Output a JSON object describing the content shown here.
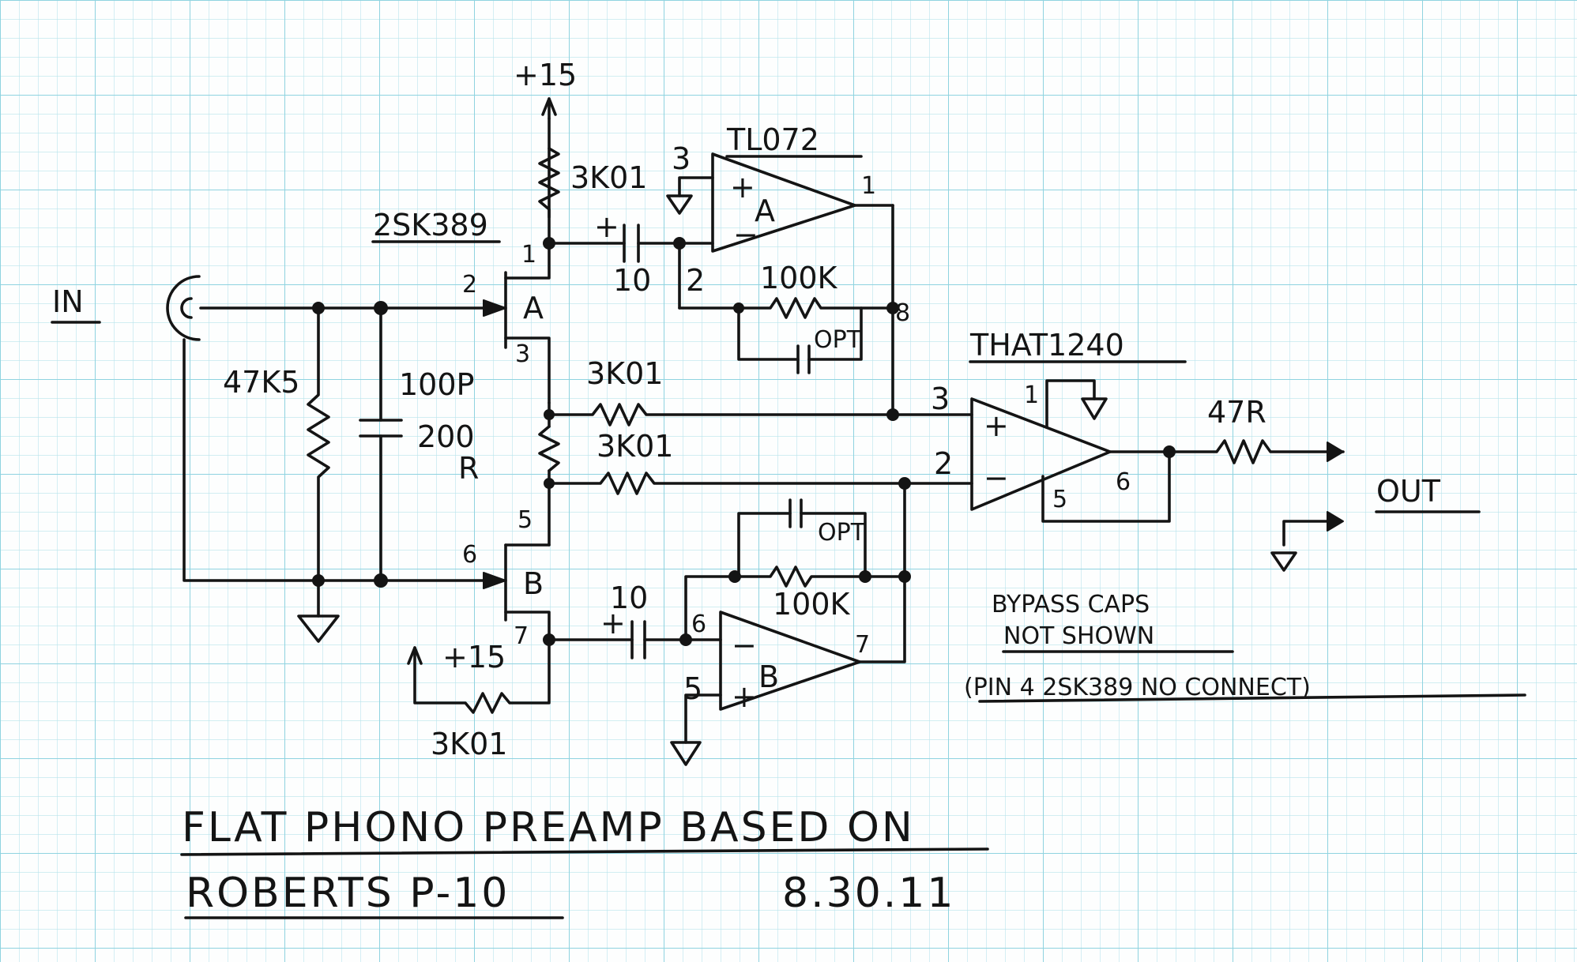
{
  "colors": {
    "paper": "#fdfefe",
    "grid_minor": "#b8e4ec",
    "grid_major": "#8fd3e0",
    "ink": "#141414"
  },
  "labels": {
    "supply_top": "+15",
    "jfet_part": "2SK389",
    "opamp_part": "TL072",
    "ina_part": "THAT1240",
    "input": "IN",
    "output": "OUT",
    "r_drain_a": "3K01",
    "r_input": "47K5",
    "c_input": "100P",
    "r_source_1": "200",
    "r_source_2": "R",
    "r_to_ina_pos": "3K01",
    "r_to_ina_neg": "3K01",
    "c_couple_a": "10",
    "r_fb_a": "100K",
    "c_fb_a_opt": "OPT",
    "c_couple_b": "10",
    "r_fb_b": "100K",
    "c_fb_b_opt": "OPT",
    "supply_b": "+15",
    "r_drain_b": "3K01",
    "r_out": "47R",
    "jfet_a": "A",
    "jfet_b": "B",
    "opamp_a": "A",
    "opamp_b": "B",
    "note_1": "BYPASS CAPS",
    "note_2": "NOT SHOWN",
    "note_3": "(PIN 4 2SK389 NO CONNECT)",
    "title_1": "FLAT PHONO PREAMP BASED ON",
    "title_2": "ROBERTS P-10",
    "date": "8.30.11"
  },
  "pins": {
    "jfet_a_drain": "1",
    "jfet_a_gate": "2",
    "jfet_a_source": "3",
    "jfet_b_source": "5",
    "jfet_b_gate": "6",
    "jfet_b_drain": "7",
    "opamp_a_pos": "3",
    "opamp_a_neg": "2",
    "opamp_a_out": "1",
    "opamp_a_fb_node": "8",
    "opamp_b_neg": "6",
    "opamp_b_pos": "5",
    "opamp_b_out": "7",
    "ina_pos": "3",
    "ina_neg": "2",
    "ina_ref": "1",
    "ina_sense": "5",
    "ina_out": "6",
    "opamp_a_pos_sym": "+",
    "opamp_a_neg_sym": "−",
    "opamp_b_neg_sym": "−",
    "opamp_b_pos_sym": "+",
    "ina_pos_sym": "+",
    "ina_neg_sym": "−",
    "cap_a_pol": "+",
    "cap_b_pol": "+"
  }
}
